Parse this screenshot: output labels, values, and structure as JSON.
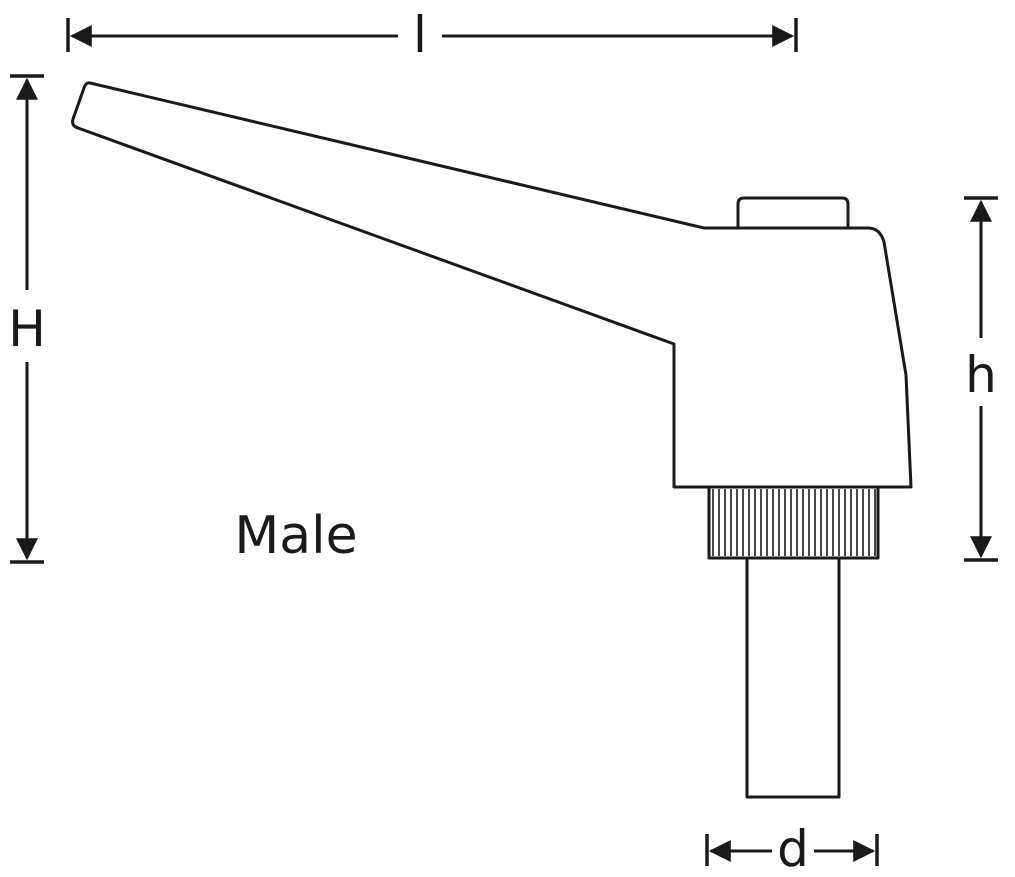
{
  "diagram": {
    "variant_label": "Male",
    "dimensions": {
      "overall_length": "l",
      "overall_height": "H",
      "body_height": "h",
      "thread_diameter": "d"
    },
    "colors": {
      "ink": "#1a1a1a",
      "background": "#ffffff"
    }
  }
}
